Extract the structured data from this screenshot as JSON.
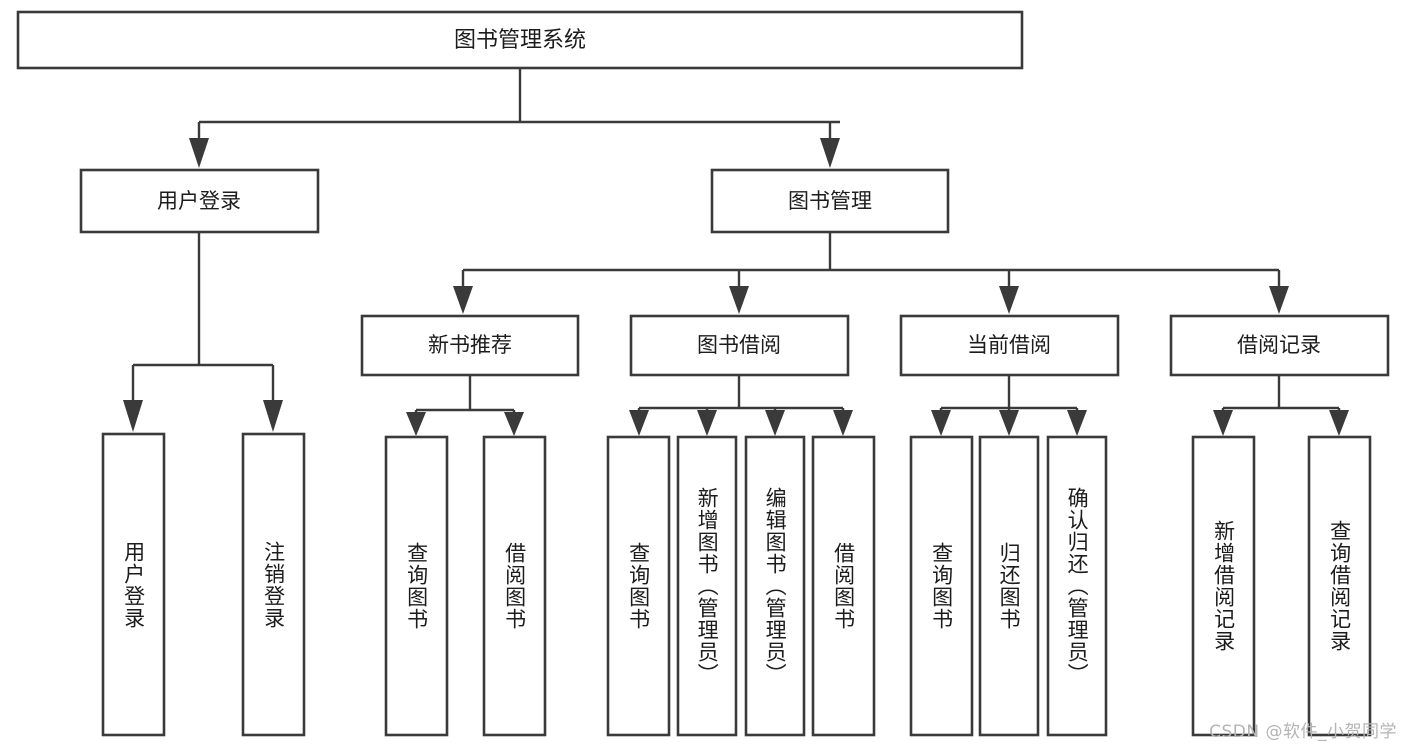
{
  "diagram": {
    "type": "tree",
    "title": "图书管理系统",
    "orientation": "top-down",
    "watermark": "CSDN @软件_小贺同学",
    "colors": {
      "box_stroke": "#3a3a3a",
      "box_fill": "#ffffff",
      "text": "#1c1c1c",
      "watermark": "#b4b4b4",
      "background": "#ffffff"
    },
    "root": {
      "label": "图书管理系统"
    },
    "level2": [
      {
        "label": "用户登录"
      },
      {
        "label": "图书管理"
      }
    ],
    "level3": [
      {
        "label": "新书推荐"
      },
      {
        "label": "图书借阅"
      },
      {
        "label": "当前借阅"
      },
      {
        "label": "借阅记录"
      }
    ],
    "leaves": {
      "user_login": [
        {
          "label": "用户登录"
        },
        {
          "label": "注销登录"
        }
      ],
      "new_book_recommend": [
        {
          "label": "查询图书"
        },
        {
          "label": "借阅图书"
        }
      ],
      "book_borrow": [
        {
          "label": "查询图书"
        },
        {
          "label": "新增图书（管理员）"
        },
        {
          "label": "编辑图书（管理员）"
        },
        {
          "label": "借阅图书"
        }
      ],
      "current_borrow": [
        {
          "label": "查询图书"
        },
        {
          "label": "归还图书"
        },
        {
          "label": "确认归还（管理员）"
        }
      ],
      "borrow_record": [
        {
          "label": "新增借阅记录"
        },
        {
          "label": "查询借阅记录"
        }
      ]
    }
  }
}
